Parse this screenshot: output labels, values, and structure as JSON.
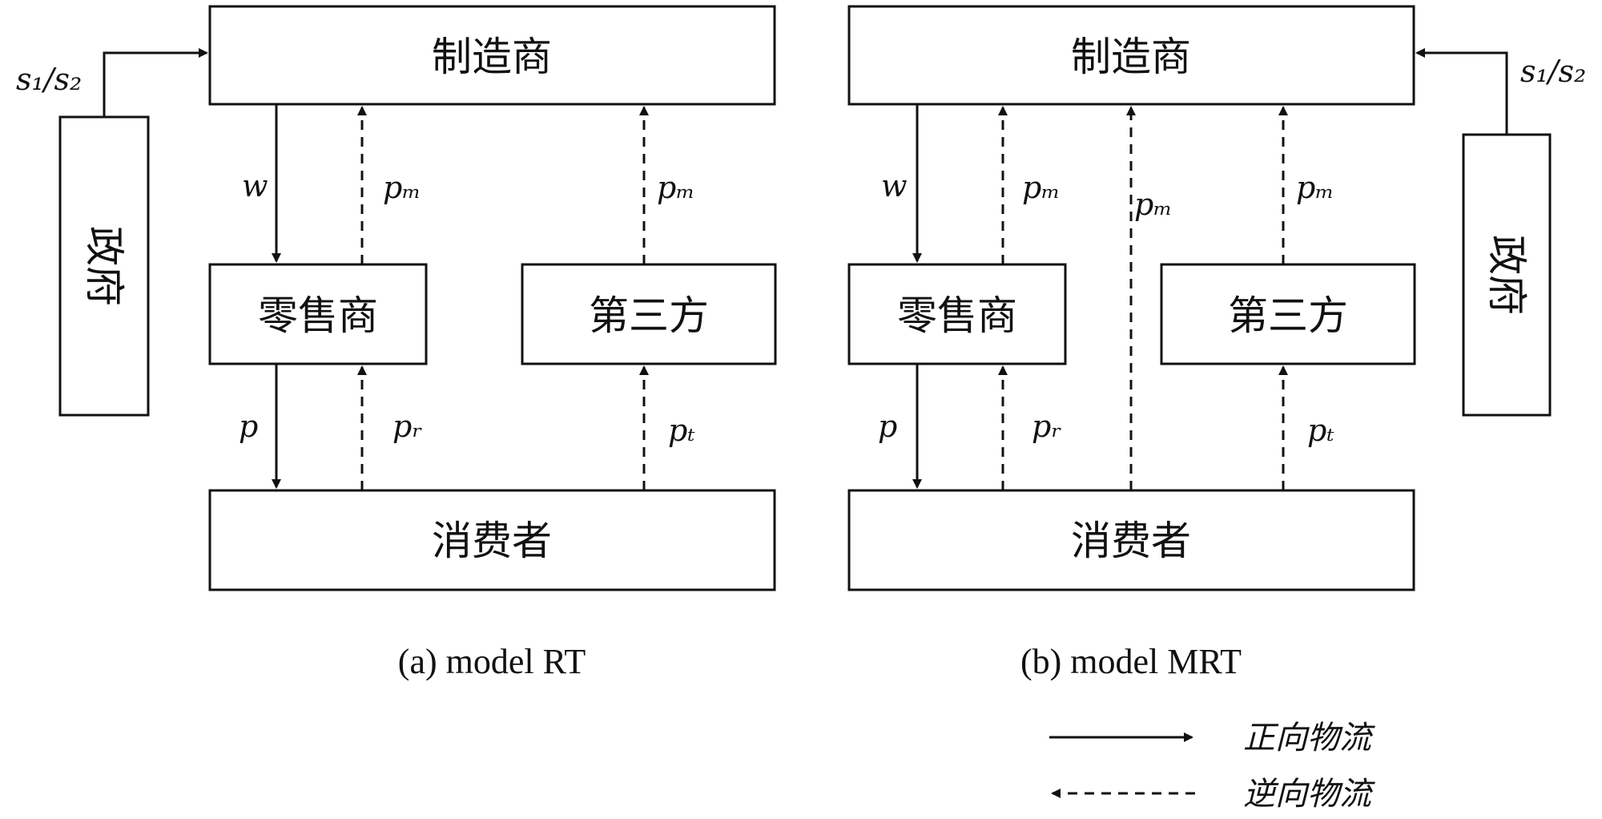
{
  "panels": [
    {
      "caption": "(a) model RT",
      "nodes": {
        "manufacturer": "制造商",
        "retailer": "零售商",
        "third_party": "第三方",
        "consumer": "消费者",
        "government": "政府"
      },
      "labels": {
        "subsidy": "s₁/s₂",
        "wholesale": "w",
        "retail_price": "p",
        "pm_retailer": "pₘ",
        "pm_third": "pₘ",
        "pr": "pᵣ",
        "pt": "pₜ"
      }
    },
    {
      "caption": "(b) model MRT",
      "nodes": {
        "manufacturer": "制造商",
        "retailer": "零售商",
        "third_party": "第三方",
        "consumer": "消费者",
        "government": "政府"
      },
      "labels": {
        "subsidy": "s₁/s₂",
        "wholesale": "w",
        "retail_price": "p",
        "pm_retailer": "pₘ",
        "pm_direct": "pₘ",
        "pm_third": "pₘ",
        "pr": "pᵣ",
        "pt": "pₜ"
      }
    }
  ],
  "legend": {
    "forward": "正向物流",
    "reverse": "逆向物流"
  }
}
